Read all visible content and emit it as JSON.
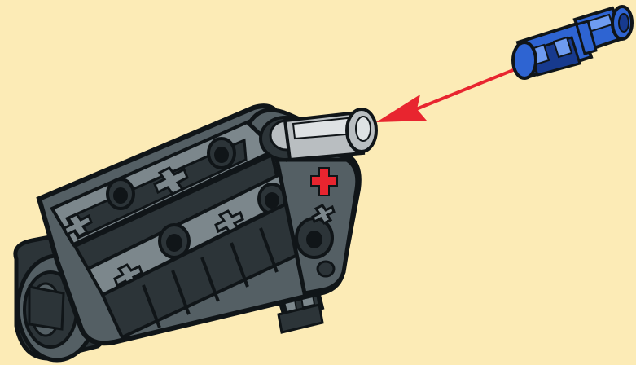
{
  "image": {
    "kind": "building-instruction-step",
    "colors": {
      "background": "#FCEBB6",
      "motor_body": "#545F64",
      "motor_dark": "#2C3438",
      "motor_light": "#7C878C",
      "outline": "#101518",
      "red_cross": "#E8252F",
      "arrow": "#E8252F",
      "axle_grey": "#B9BEC1",
      "axle_grey_light": "#DEE2E4",
      "connector_blue": "#2E64D2",
      "connector_blue_dark": "#173A8E",
      "connector_blue_light": "#6E9BF0"
    }
  },
  "parts": [
    {
      "name": "motor",
      "icon": "motor-icon"
    },
    {
      "name": "axle-connector",
      "icon": "blue-axle-pin-icon"
    }
  ]
}
